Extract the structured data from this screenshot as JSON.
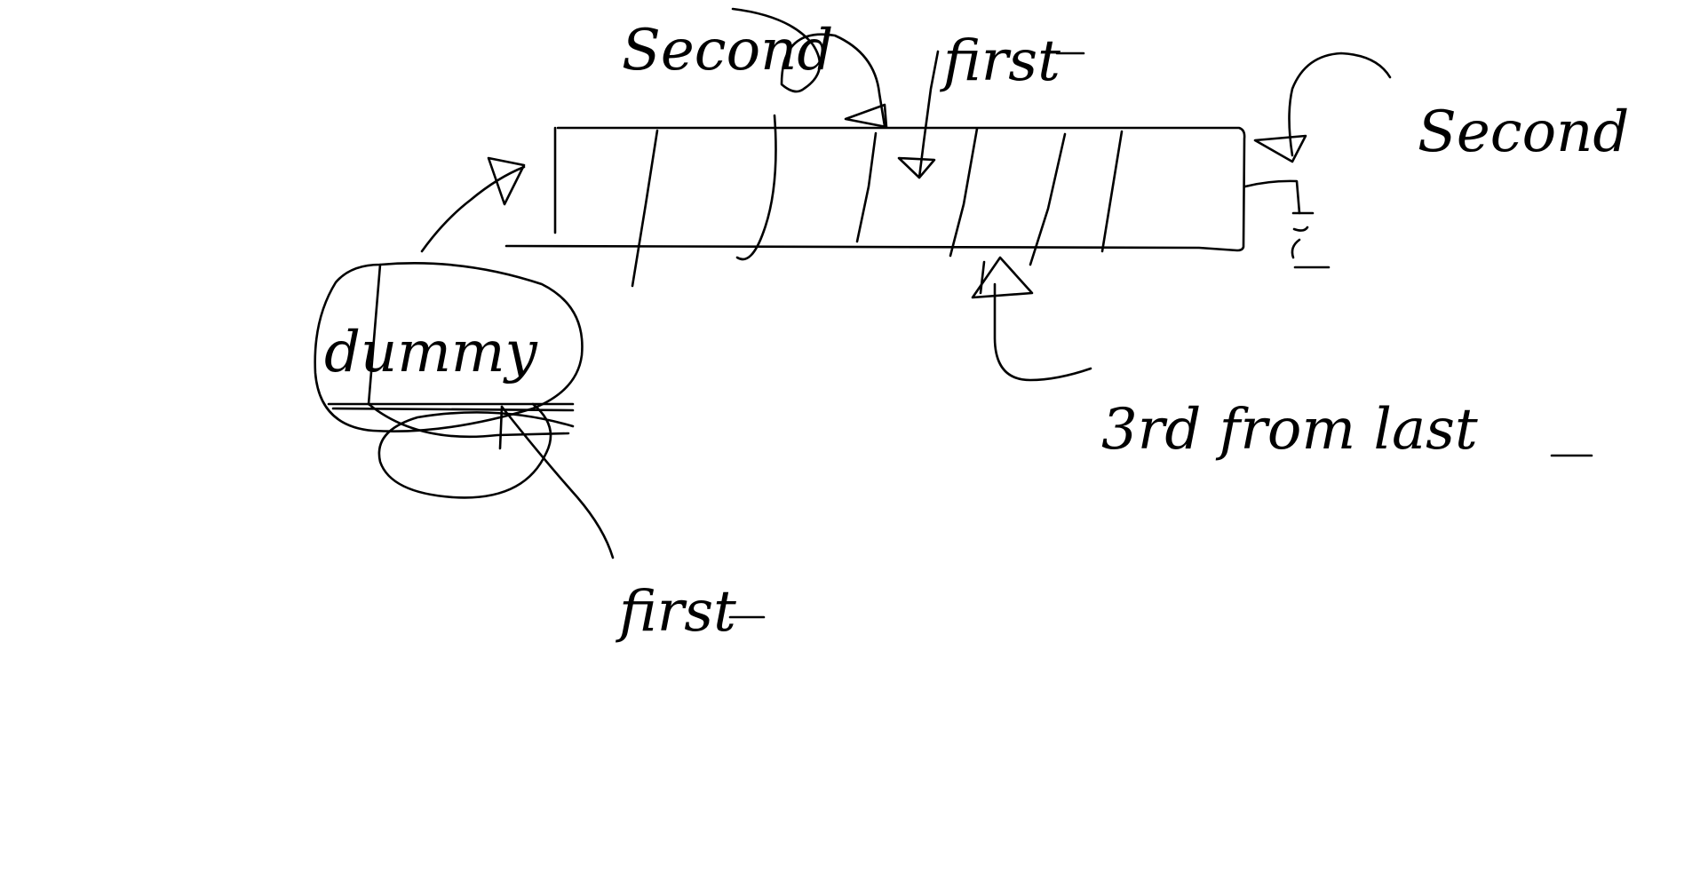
{
  "labels": {
    "second_top": "Second",
    "first_top": "first",
    "second_right": "Second",
    "dummy": "dummy",
    "first_bottom": "first",
    "third_from_last": "3rd from last"
  },
  "list": {
    "cell_count": 8
  }
}
